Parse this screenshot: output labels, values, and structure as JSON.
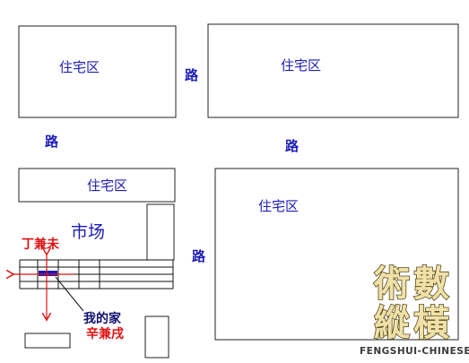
{
  "blocks": {
    "top_left_label": "住宅区",
    "top_right_label": "住宅区",
    "mid_left_label": "住宅区",
    "bottom_right_label": "住宅区"
  },
  "roads": {
    "vertical_upper": "路",
    "horizontal_left": "路",
    "horizontal_center": "路",
    "vertical_lower": "路"
  },
  "market_label": "市场",
  "directions": {
    "ding_jian_wei": "丁兼未",
    "xin_jian_xu": "辛兼戌"
  },
  "home_label": "我的家",
  "logo": {
    "chars": [
      "術",
      "數",
      "縱",
      "橫"
    ],
    "subtitle": "FENGSHUI-CHINESE"
  },
  "colors": {
    "label_blue": "#1c1cb8",
    "direction_red": "#e01010",
    "home_marker": "#1a1ab8"
  }
}
